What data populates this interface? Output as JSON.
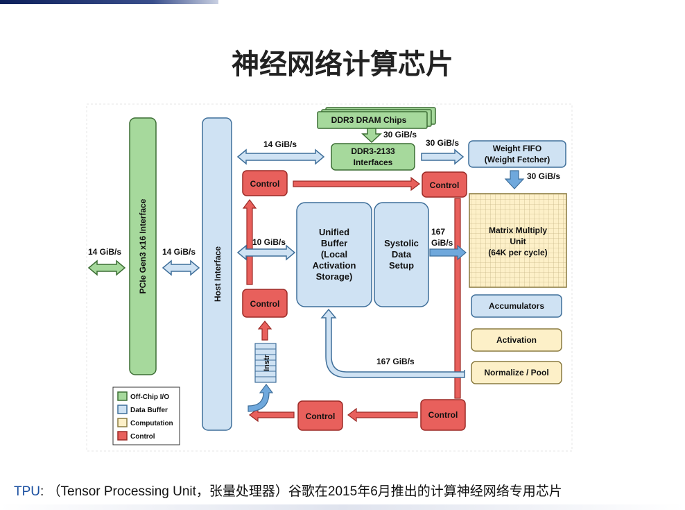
{
  "title": "神经网络计算芯片",
  "caption": {
    "prefix": "TPU",
    "text": ": （Tensor Processing Unit，张量处理器）谷歌在2015年6月推出的计算神经网络专用芯片"
  },
  "diagram": {
    "pcie": "PCIe Gen3 x16 Interface",
    "host": "Host Interface",
    "ddr_chips": "DDR3 DRAM Chips",
    "ddr_if_1": "DDR3-2133",
    "ddr_if_2": "Interfaces",
    "wfifo_1": "Weight FIFO",
    "wfifo_2": "(Weight Fetcher)",
    "control": "Control",
    "ub_1": "Unified",
    "ub_2": "Buffer",
    "ub_3": "(Local",
    "ub_4": "Activation",
    "ub_5": "Storage)",
    "sys_1": "Systolic",
    "sys_2": "Data",
    "sys_3": "Setup",
    "mm_1": "Matrix Multiply",
    "mm_2": "Unit",
    "mm_3": "(64K per cycle)",
    "accumulators": "Accumulators",
    "activation": "Activation",
    "normalize": "Normalize / Pool",
    "instr": "Instr",
    "bw_14_a": "14 GiB/s",
    "bw_14_b": "14 GiB/s",
    "bw_14_c": "14 GiB/s",
    "bw_30_a": "30 GiB/s",
    "bw_30_b": "30 GiB/s",
    "bw_30_c": "30 GiB/s",
    "bw_10": "10 GiB/s",
    "bw_167_a": "167",
    "bw_167_b": "GiB/s",
    "bw_167_c": "167 GiB/s",
    "legend": [
      "Off-Chip I/O",
      "Data Buffer",
      "Computation",
      "Control"
    ],
    "colors": {
      "offchip": "#a6d99c",
      "buffer": "#cfe2f3",
      "compute": "#fdf0c8",
      "control": "#e8605c"
    }
  }
}
